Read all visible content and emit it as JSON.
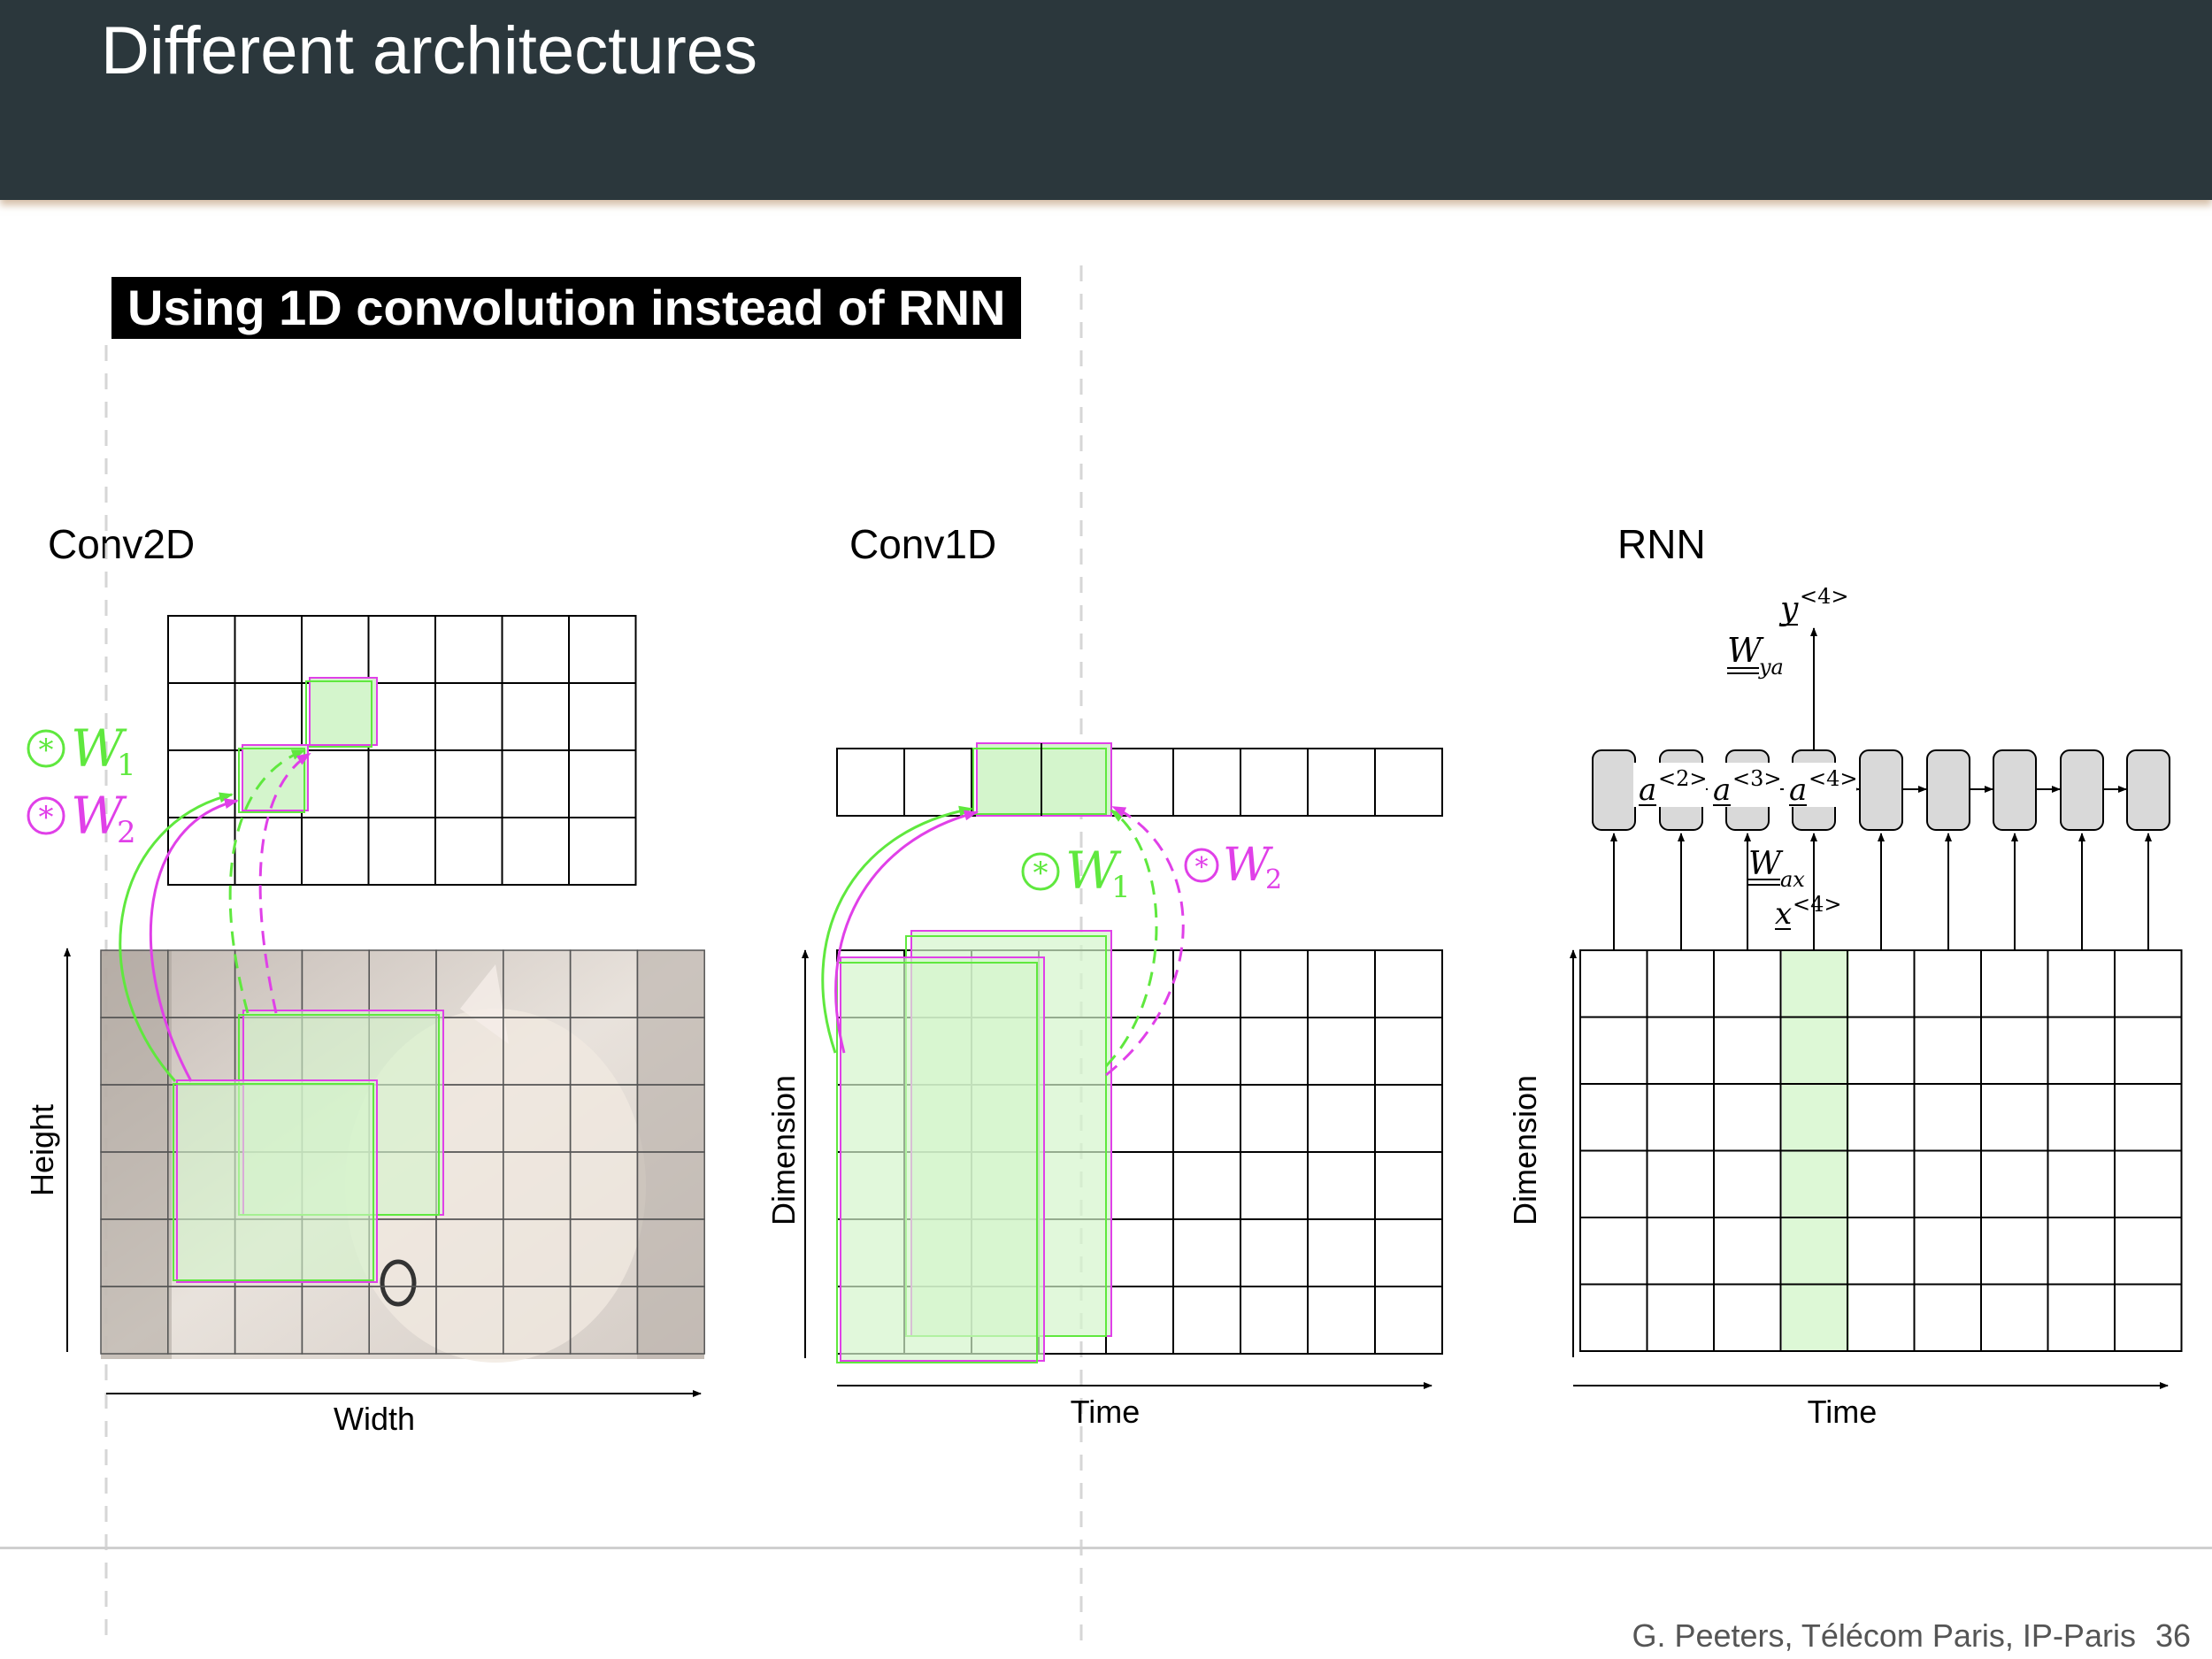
{
  "slide": {
    "title": "Different architectures",
    "subtitle": "Using 1D convolution instead of RNN"
  },
  "panels": {
    "conv2d": {
      "title": "Conv2D",
      "x_axis": "Width",
      "y_axis": "Height",
      "w1": "W",
      "w1_sub": "1",
      "w2": "W",
      "w2_sub": "2"
    },
    "conv1d": {
      "title": "Conv1D",
      "x_axis": "Time",
      "y_axis": "Dimension",
      "w1": "W",
      "w1_sub": "1",
      "w2": "W",
      "w2_sub": "2"
    },
    "rnn": {
      "title": "RNN",
      "x_axis": "Time",
      "y_axis": "Dimension",
      "output": "y",
      "output_sup": "<4>",
      "w_ya": "W",
      "w_ya_sub": "ya",
      "w_ax": "W",
      "w_ax_sub": "ax",
      "input": "x",
      "input_sup": "<4>",
      "hidden": [
        {
          "sym": "a",
          "sup": "<2>"
        },
        {
          "sym": "a",
          "sup": "<3>"
        },
        {
          "sym": "a",
          "sup": "<4>"
        }
      ]
    }
  },
  "colors": {
    "green": "#5fe83e",
    "magenta": "#e040e8",
    "fill_green": "#d4f5cc",
    "header_bg": "#2b373c"
  },
  "footer": {
    "author": "G. Peeters, Télécom Paris, IP-Paris",
    "page": "36"
  }
}
